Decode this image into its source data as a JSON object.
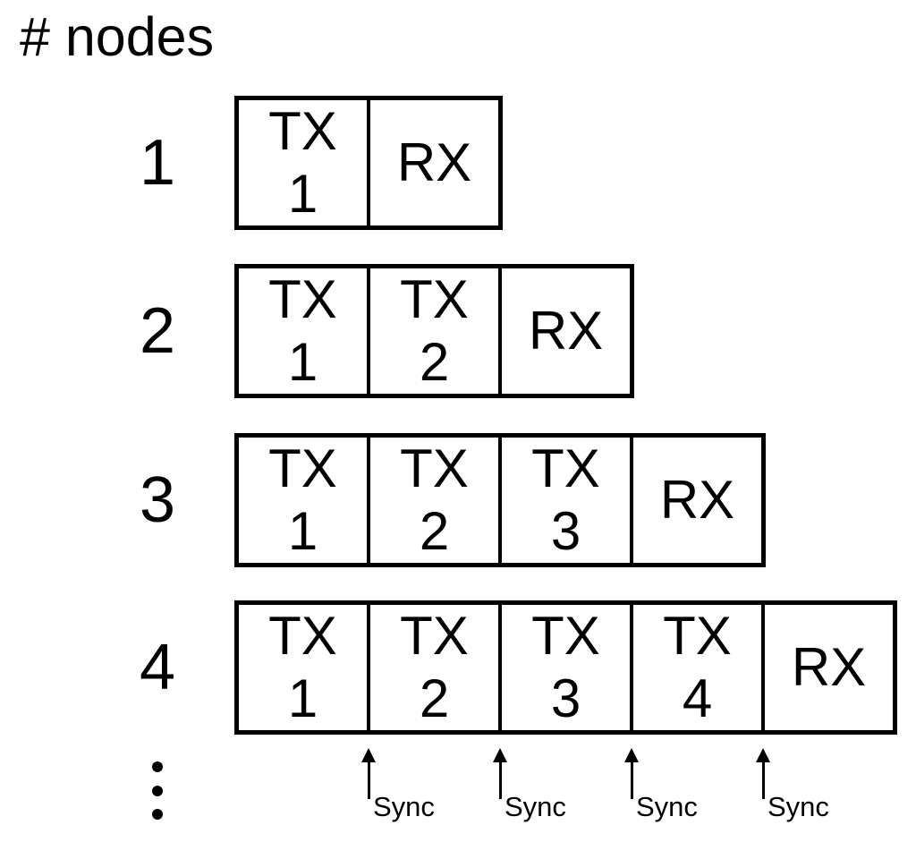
{
  "title": "# nodes",
  "colors": {
    "foreground": "#000000",
    "background": "#ffffff"
  },
  "diagram": {
    "rows": [
      {
        "label": "1",
        "slots": [
          {
            "lines": [
              "TX",
              "1"
            ]
          },
          {
            "lines": [
              "RX"
            ]
          }
        ]
      },
      {
        "label": "2",
        "slots": [
          {
            "lines": [
              "TX",
              "1"
            ]
          },
          {
            "lines": [
              "TX",
              "2"
            ]
          },
          {
            "lines": [
              "RX"
            ]
          }
        ]
      },
      {
        "label": "3",
        "slots": [
          {
            "lines": [
              "TX",
              "1"
            ]
          },
          {
            "lines": [
              "TX",
              "2"
            ]
          },
          {
            "lines": [
              "TX",
              "3"
            ]
          },
          {
            "lines": [
              "RX"
            ]
          }
        ]
      },
      {
        "label": "4",
        "slots": [
          {
            "lines": [
              "TX",
              "1"
            ]
          },
          {
            "lines": [
              "TX",
              "2"
            ]
          },
          {
            "lines": [
              "TX",
              "3"
            ]
          },
          {
            "lines": [
              "TX",
              "4"
            ]
          },
          {
            "lines": [
              "RX"
            ]
          }
        ]
      }
    ],
    "sync_markers": [
      {
        "label": "Sync"
      },
      {
        "label": "Sync"
      },
      {
        "label": "Sync"
      },
      {
        "label": "Sync"
      }
    ]
  }
}
